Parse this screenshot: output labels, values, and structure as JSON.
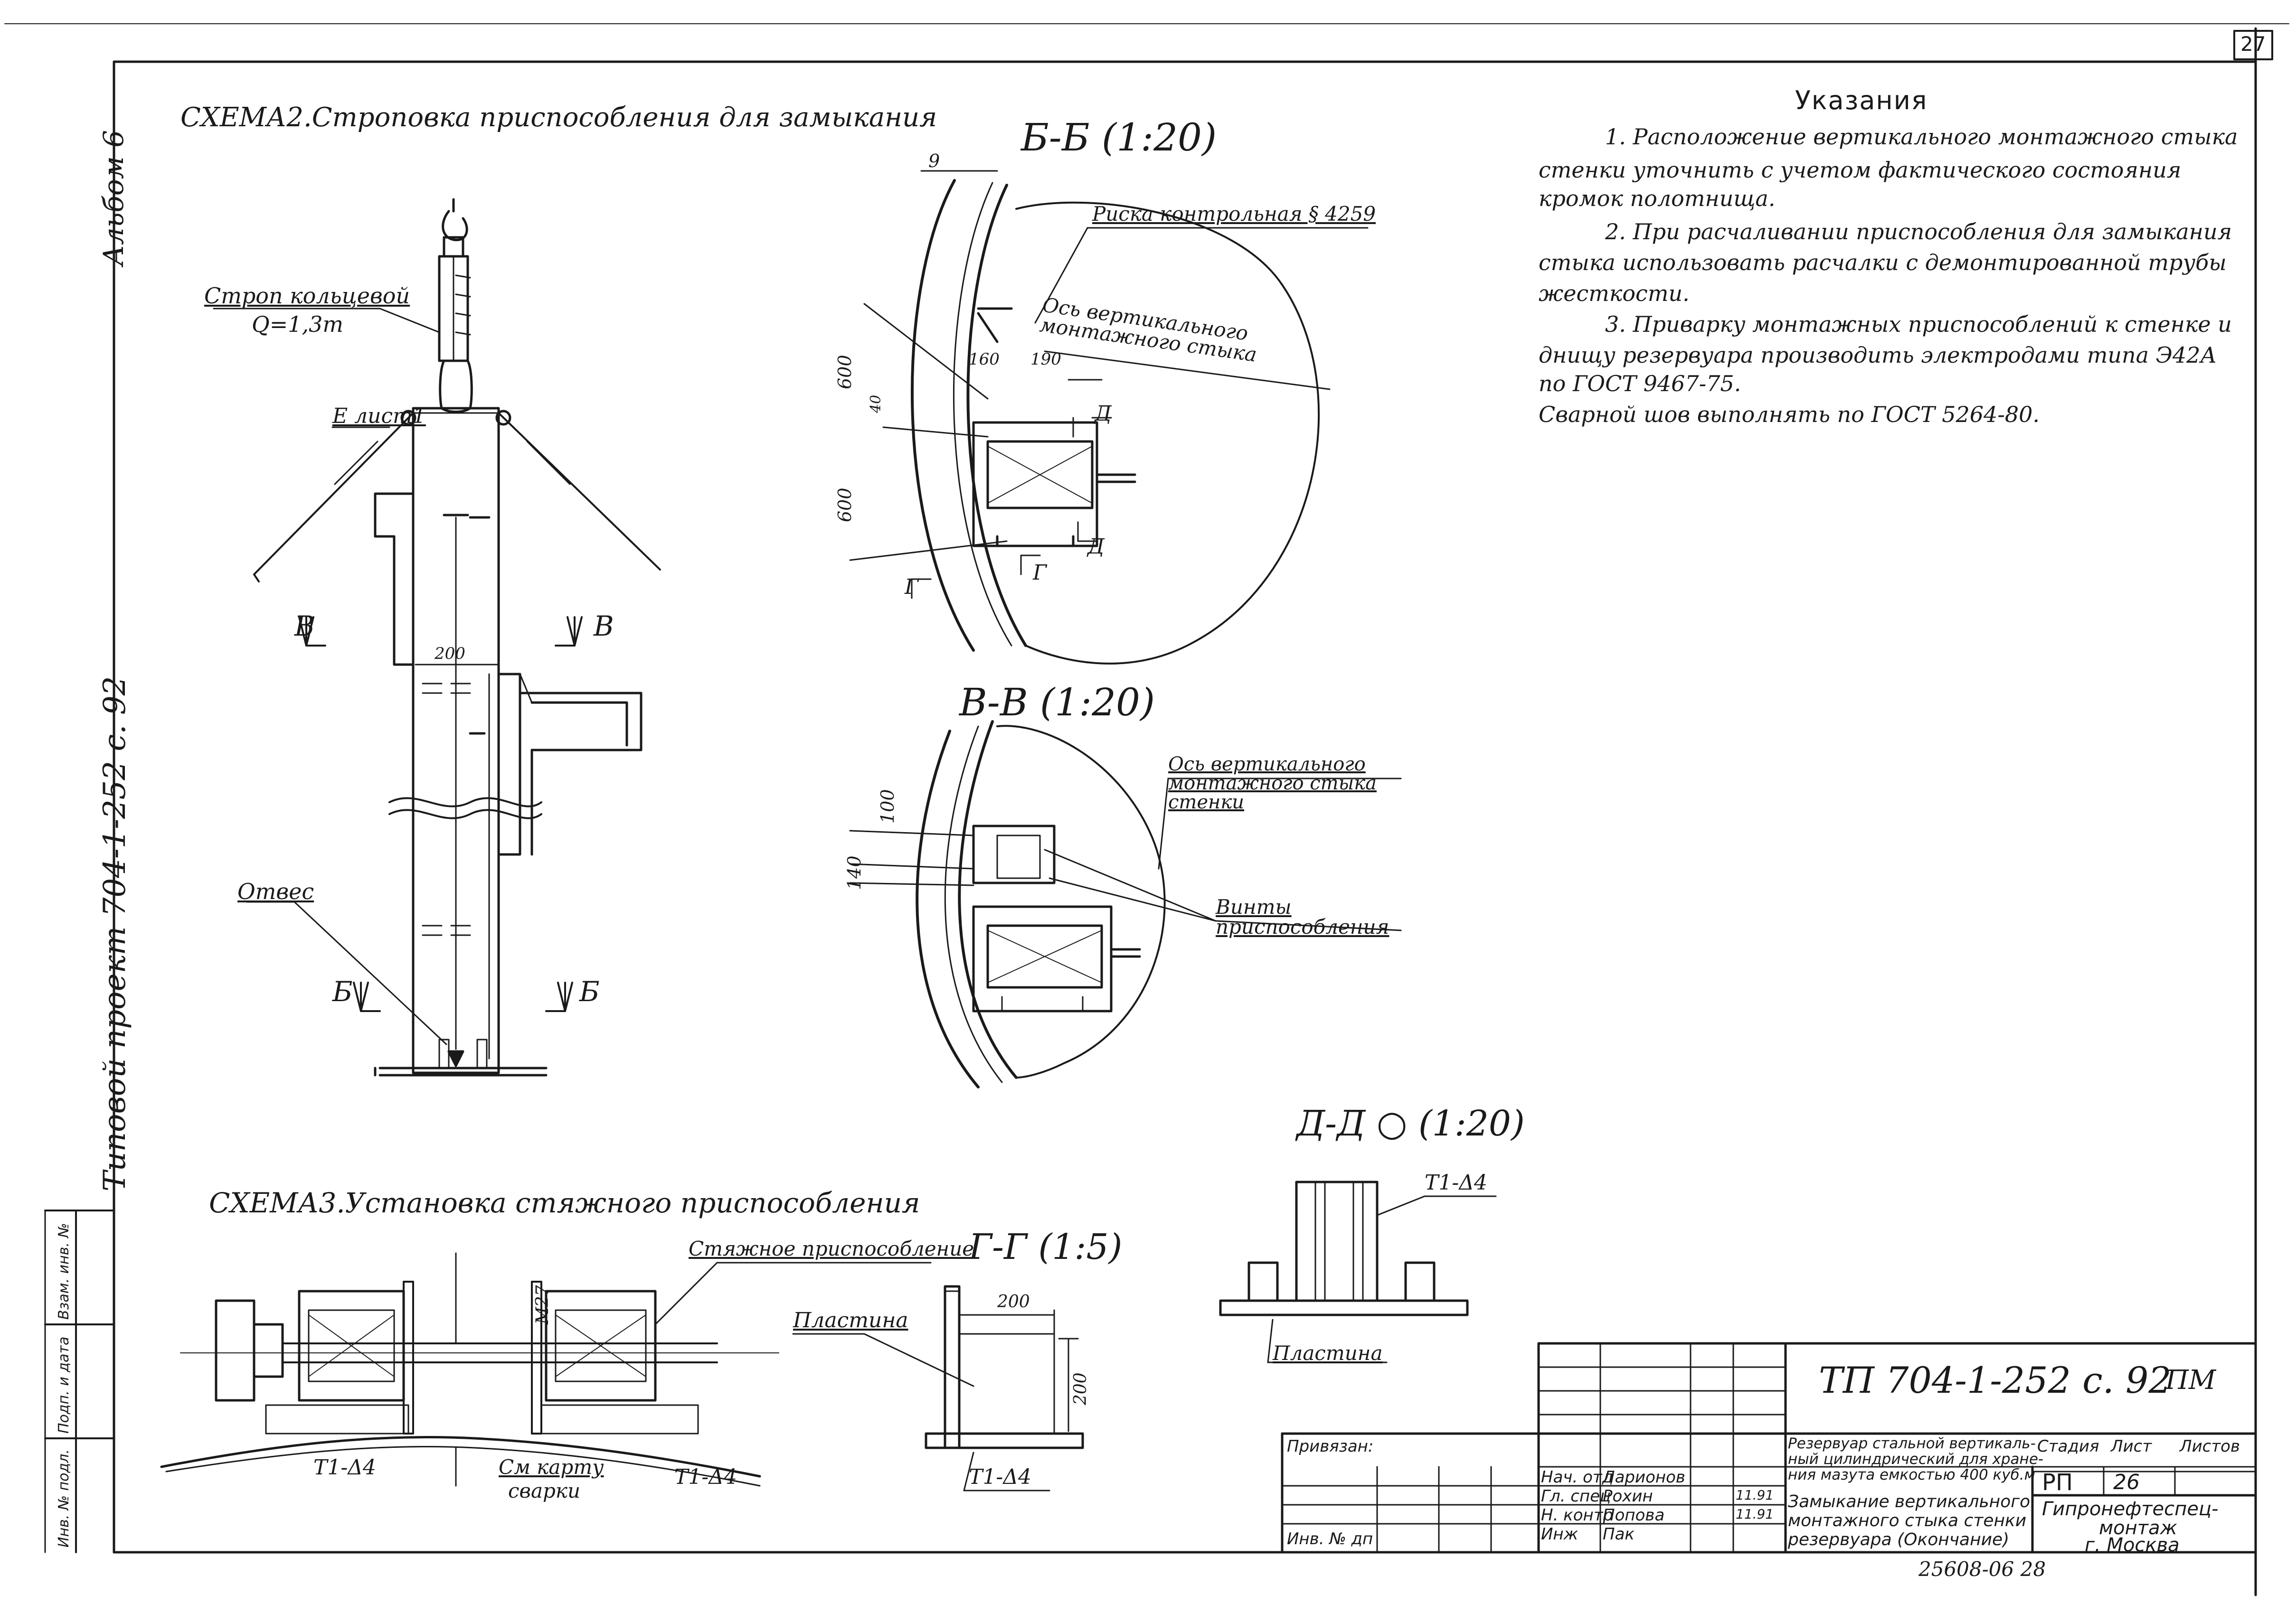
{
  "page_number": "27",
  "side_left": {
    "album": "Альбом 6",
    "project": "Типовой проект   704-1-252 с. 92",
    "stamp_cells": [
      "Инв. № подл.",
      "Подп. и дата",
      "Взам. инв. №"
    ]
  },
  "schema2": {
    "title": "СХЕМА2.Строповка приспособления для замыкания",
    "strap_label": "Строп кольцевой",
    "strap_load": "Q=1,3т",
    "lug_label": "Е лист1",
    "plumb_label": "Отвес",
    "dim_200": "200",
    "cut_v_left": "В",
    "cut_v_right": "В",
    "cut_b_left": "Б",
    "cut_b_right": "Б"
  },
  "section_bb": {
    "title": "Б-Б (1:20)",
    "dim_9": "9",
    "mark_line": "Риска контрольная  § 4259",
    "axis_label": "Ось вертикального монтажного стыка",
    "dim_160": "160",
    "dim_190": "190",
    "dim_600_a": "600",
    "dim_600_b": "600",
    "dim_40": "40",
    "cut_d": "Д",
    "cut_d2": "Д",
    "cut_g": "Г",
    "cut_g2": "Г"
  },
  "section_vv": {
    "title": "В-В (1:20)",
    "axis_label": "Ось вертикального монтажного стыка стенки",
    "dim_100": "100",
    "dim_140": "140",
    "screws_label": "Винты приспособления"
  },
  "notes": {
    "heading": "Указания",
    "items": [
      "1. Расположение вертикального монтажного стыка",
      "стенки уточнить с учетом фактического состояния",
      "кромок полотнища.",
      "2. При расчаливании приспособления для замыкания",
      "стыка использовать расчалки с демонтированной трубы",
      "жесткости.",
      "3. Приварку монтажных приспособлений к стенке и",
      "днищу резервуара производить электродами типа Э42А",
      "по ГОСТ 9467-75.",
      "Сварной шов выполнять по ГОСТ 5264-80."
    ]
  },
  "section_dd": {
    "title": "Д-Д  ○ (1:20)",
    "weld_label": "Т1-Δ4",
    "plate_label": "Пластина"
  },
  "schema3": {
    "title": "СХЕМА3.Установка стяжного приспособления",
    "device_label": "Стяжное приспособление",
    "m_label": "М27",
    "weld_left": "Т1-Δ4",
    "weld_right": "Т1-Δ4",
    "see_map": "См карту",
    "welding": "сварки"
  },
  "section_gg": {
    "title": "Г-Г (1:5)",
    "plate_label": "Пластина",
    "dim_h": "200",
    "dim_v": "200",
    "weld_label": "Т1-Δ4"
  },
  "title_block": {
    "code": "ТП  704-1-252 с. 92",
    "code_suffix": "ПМ",
    "tied_label": "Привязан:",
    "inv_label": "Инв. № дп",
    "roles": [
      {
        "role": "Нач. отд",
        "name": "Ларионов"
      },
      {
        "role": "Гл. спец",
        "name": "Рохин",
        "date": "11.91"
      },
      {
        "role": "Н. контр",
        "name": "Попова",
        "date": "11.91"
      },
      {
        "role": "Инж",
        "name": "Пак"
      }
    ],
    "object_text": [
      "Резервуар стальной вертикаль-",
      "ный цилиндрический для хране-",
      "ния мазута емкостью 400 куб.м"
    ],
    "stage_head": "Стадия",
    "sheet_head": "Лист",
    "sheets_head": "Листов",
    "stage": "РП",
    "sheet": "26",
    "drawing_text": [
      "Замыкание вертикального",
      "монтажного стыка стенки",
      "резервуара (Окончание)"
    ],
    "org_text": [
      "Гипронефтеспец-",
      "монтаж",
      "г. Москва"
    ]
  },
  "footer_code": "25608-06   28"
}
